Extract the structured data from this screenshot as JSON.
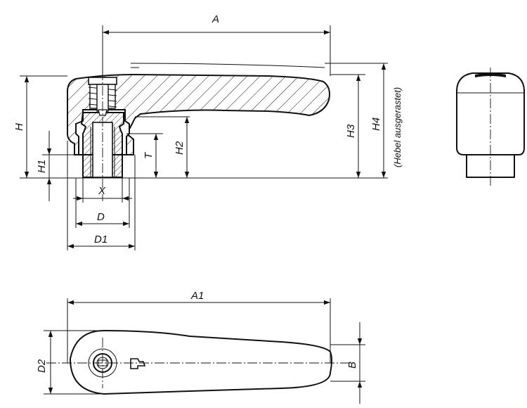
{
  "dimensions": {
    "A": "A",
    "H": "H",
    "H1": "H1",
    "H2": "H2",
    "H3": "H3",
    "H4": "H4",
    "H4_note": "(Hebel ausgerastet)",
    "T": "T",
    "X": "X",
    "D": "D",
    "D1": "D1",
    "A1": "A1",
    "D2": "D2",
    "B": "B"
  }
}
